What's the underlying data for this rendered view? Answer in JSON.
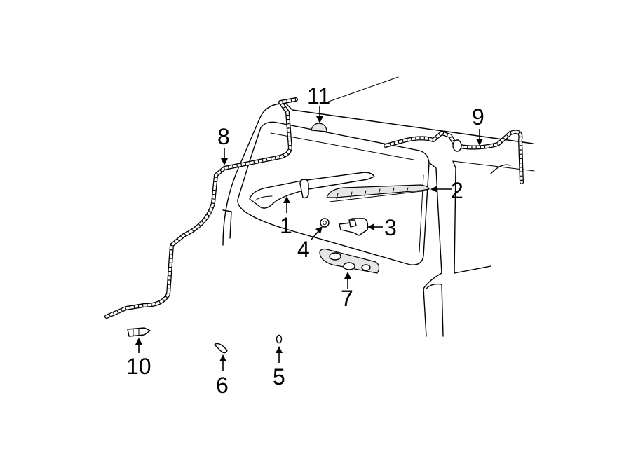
{
  "diagram": {
    "callouts": [
      {
        "id": "1",
        "label": "1",
        "part": "wiper arm"
      },
      {
        "id": "2",
        "label": "2",
        "part": "wiper blade"
      },
      {
        "id": "3",
        "label": "3",
        "part": "wiper motor"
      },
      {
        "id": "4",
        "label": "4",
        "part": "nut"
      },
      {
        "id": "5",
        "label": "5",
        "part": "grommet"
      },
      {
        "id": "6",
        "label": "6",
        "part": "nozzle clip"
      },
      {
        "id": "7",
        "label": "7",
        "part": "motor cover"
      },
      {
        "id": "8",
        "label": "8",
        "part": "washer hose"
      },
      {
        "id": "9",
        "label": "9",
        "part": "washer hose"
      },
      {
        "id": "10",
        "label": "10",
        "part": "connector"
      },
      {
        "id": "11",
        "label": "11",
        "part": "washer nozzle"
      }
    ]
  }
}
